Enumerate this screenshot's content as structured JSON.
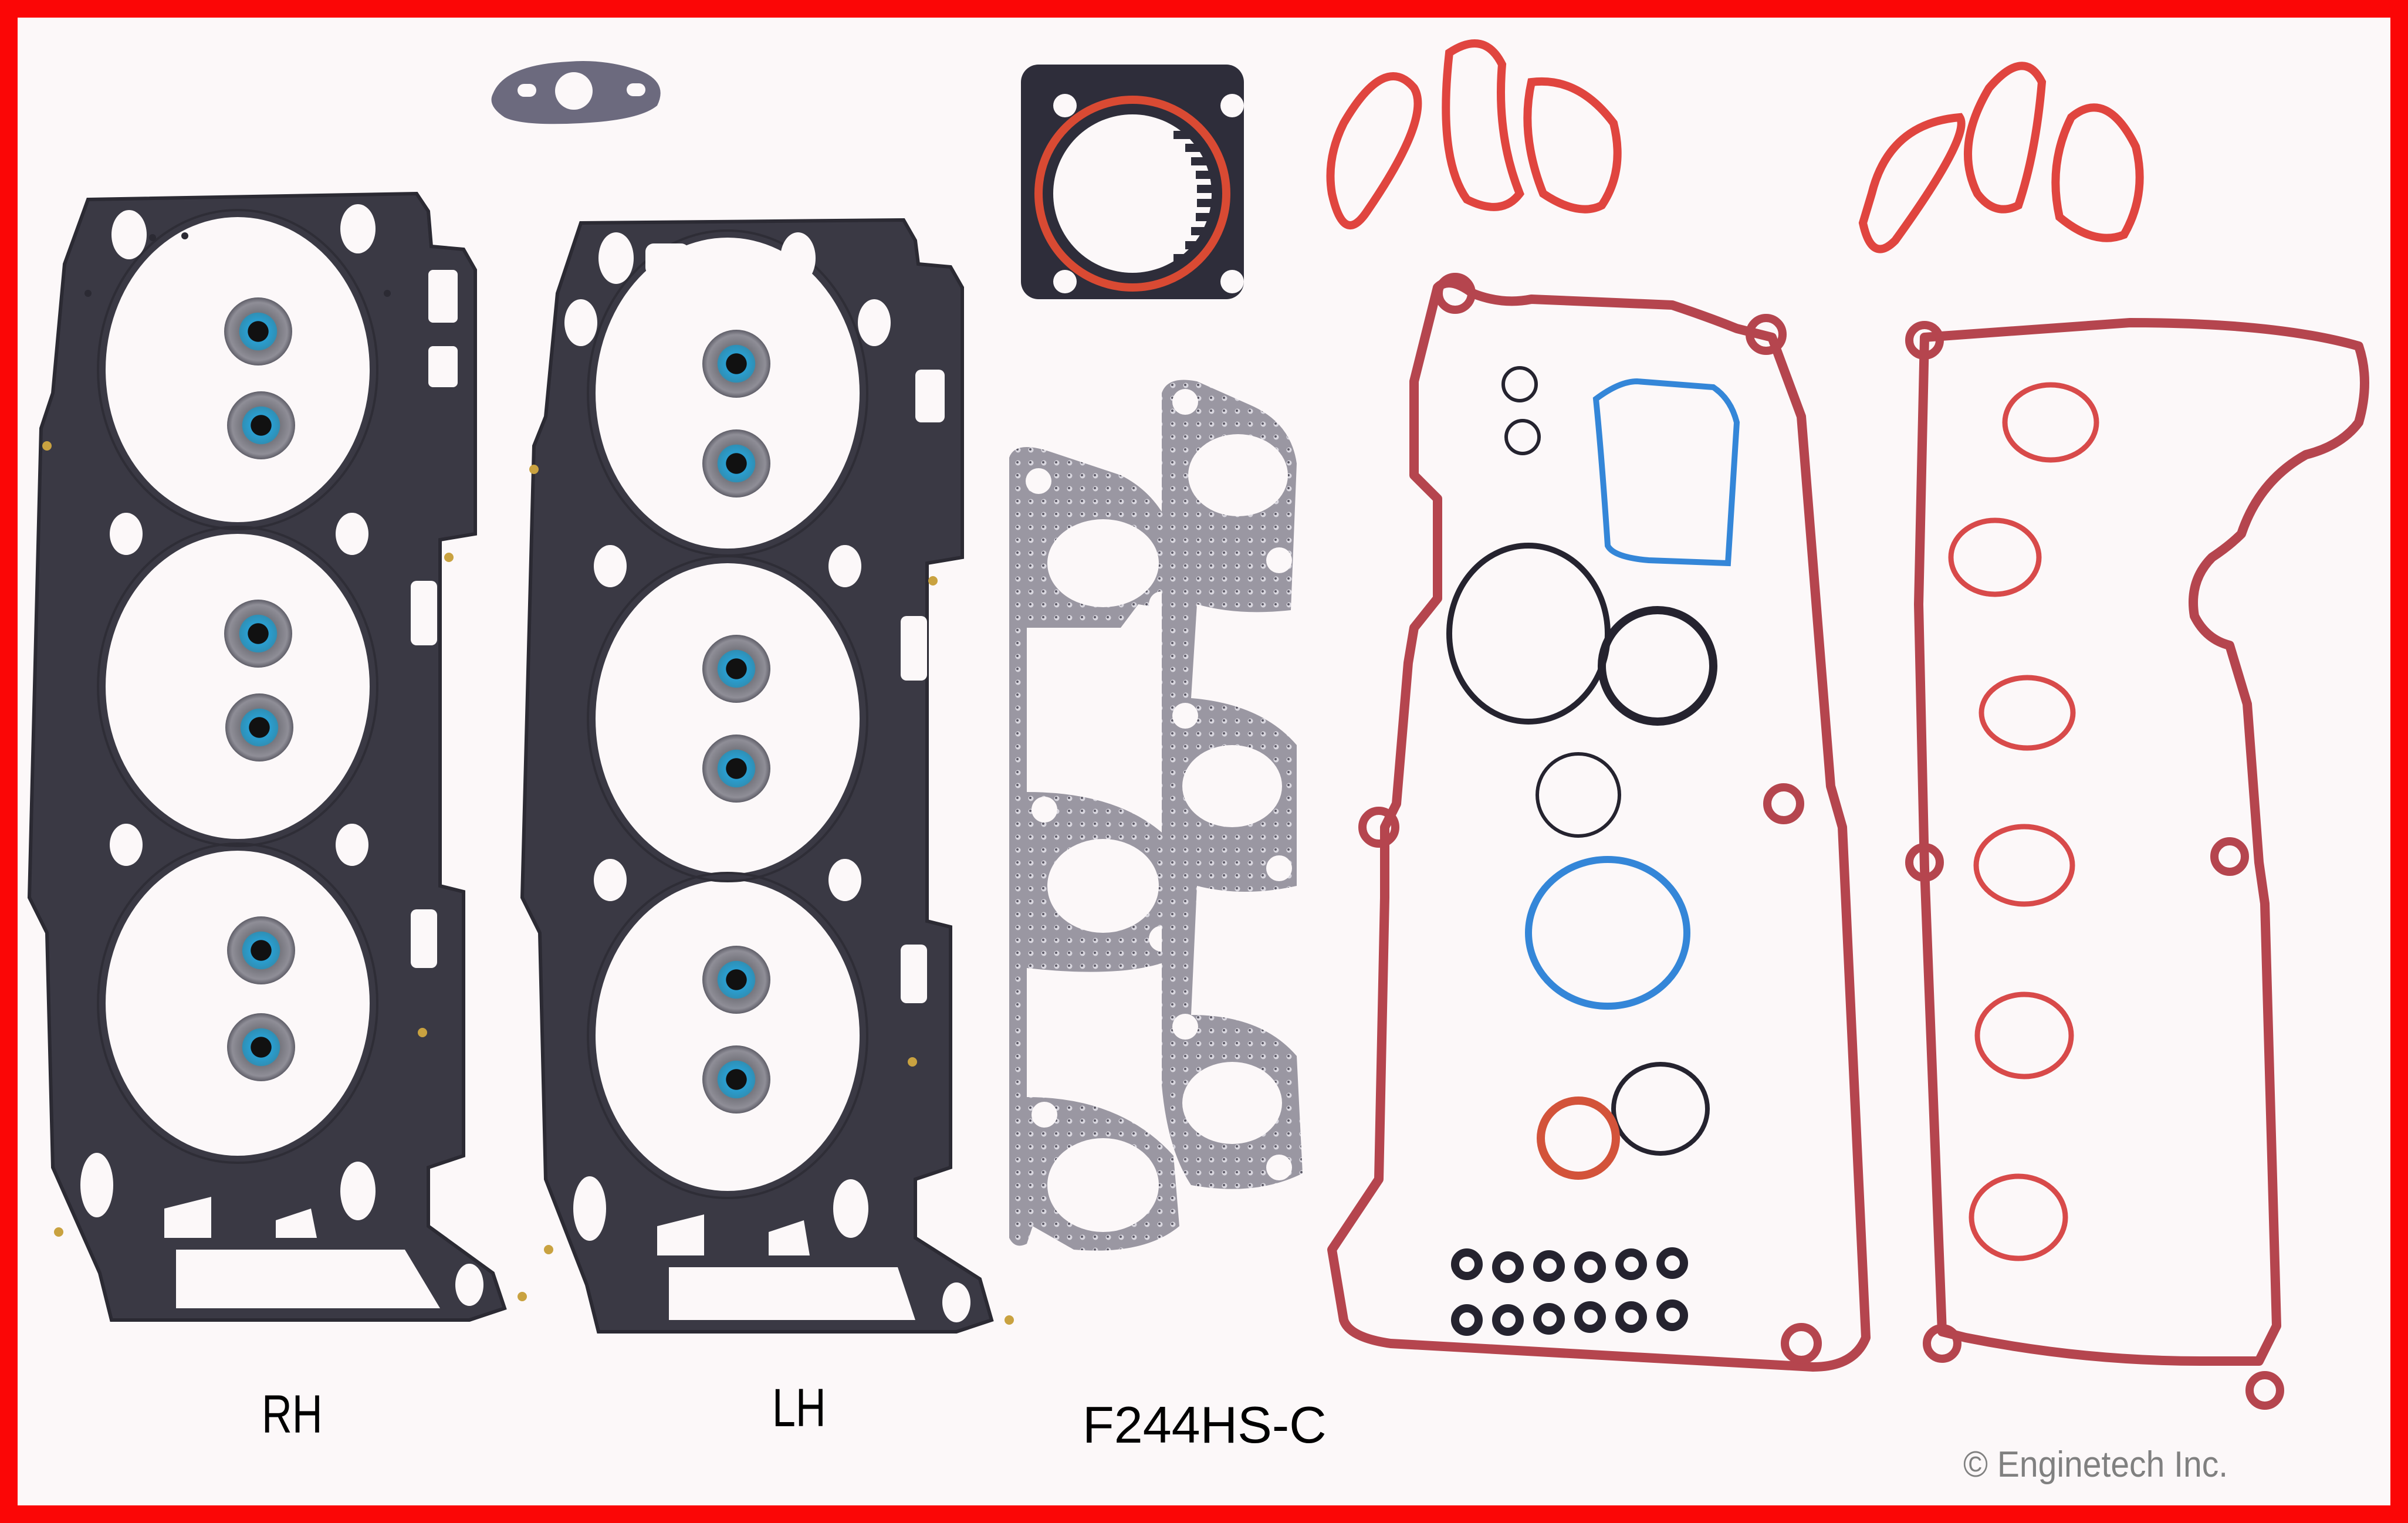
{
  "product": {
    "part_number": "F244HS-C",
    "description": "Engine cylinder head gasket set"
  },
  "labels": {
    "rh": "RH",
    "lh": "LH",
    "part_number": "F244HS-C"
  },
  "copyright": "© Enginetech Inc.",
  "components": [
    {
      "name": "RH cylinder head gasket",
      "material": "multi-layer steel",
      "color": "#3a3944",
      "count": 1
    },
    {
      "name": "LH cylinder head gasket",
      "material": "multi-layer steel",
      "color": "#3a3944",
      "count": 1
    },
    {
      "name": "Valve stem seals",
      "color": "#2f8fb5",
      "count": 12
    },
    {
      "name": "EGR/oil tube gasket",
      "color": "#6c6a7e",
      "count": 1
    },
    {
      "name": "Throttle body gasket",
      "color": "#2e2d3a",
      "accent": "#d94a33",
      "count": 1
    },
    {
      "name": "Upper intake manifold gaskets",
      "color": "#e0453f",
      "count": 2
    },
    {
      "name": "Exhaust manifold gaskets",
      "material": "perforated steel",
      "color": "#9a97a2",
      "count": 2
    },
    {
      "name": "Valve cover gaskets",
      "color": "#b5454e",
      "count": 2
    },
    {
      "name": "Spark plug tube seals",
      "color": "#d84a4a",
      "count": 6
    },
    {
      "name": "Black O-rings",
      "color": "#25232f",
      "count": 4
    },
    {
      "name": "Blue seals",
      "color": "#3486d8",
      "count": 2
    },
    {
      "name": "Orange O-ring",
      "color": "#d3533a",
      "count": 1
    },
    {
      "name": "Small fuel injector O-rings",
      "color": "#25232f",
      "count": 12
    }
  ],
  "colors": {
    "border": "#fb0606",
    "background": "#fcf8f9",
    "steel": "#3a3944",
    "valve_cover": "#b5454e",
    "intake": "#e0453f",
    "blue": "#3486d8",
    "black_rubber": "#25232f",
    "copyright_text": "#808080"
  }
}
